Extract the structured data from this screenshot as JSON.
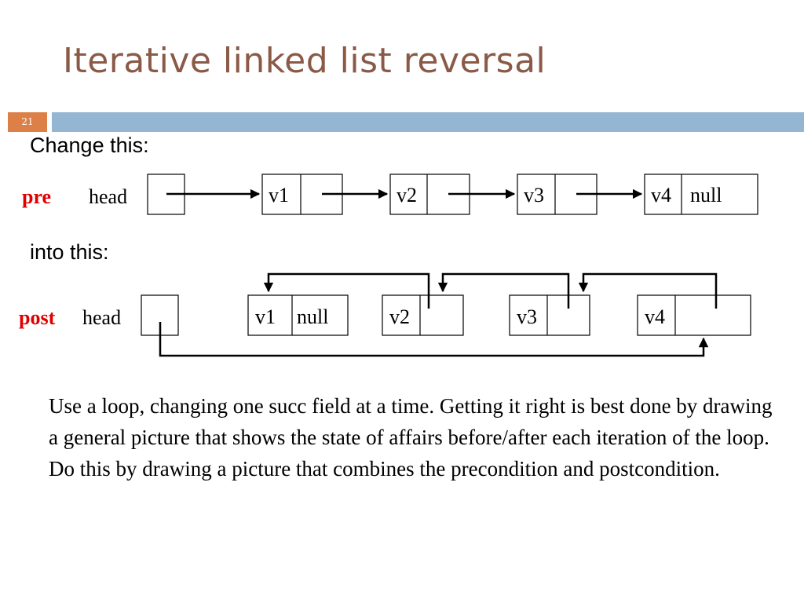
{
  "slide": {
    "title": "Iterative linked list reversal",
    "number": "21"
  },
  "captions": {
    "before": "Change this:",
    "after": "into this:"
  },
  "pre": {
    "role_label": "pre",
    "head_label": "head",
    "nodes": [
      {
        "value": "v1",
        "succ": ""
      },
      {
        "value": "v2",
        "succ": ""
      },
      {
        "value": "v3",
        "succ": ""
      },
      {
        "value": "v4",
        "succ": "null"
      }
    ]
  },
  "post": {
    "role_label": "post",
    "head_label": "head",
    "nodes": [
      {
        "value": "v1",
        "succ": "null"
      },
      {
        "value": "v2",
        "succ": ""
      },
      {
        "value": "v3",
        "succ": ""
      },
      {
        "value": "v4",
        "succ": ""
      }
    ]
  },
  "body": {
    "paragraph": "Use a loop, changing one succ field at a time.  Getting it right is best done by drawing a general picture that shows the state of affairs before/after each iteration of the loop. Do this by drawing a picture that combines the precondition and postcondition."
  },
  "colors": {
    "title": "#8a5a47",
    "accent_orange": "#dd8047",
    "accent_blue": "#94b6d2",
    "role_label": "#e00000"
  }
}
